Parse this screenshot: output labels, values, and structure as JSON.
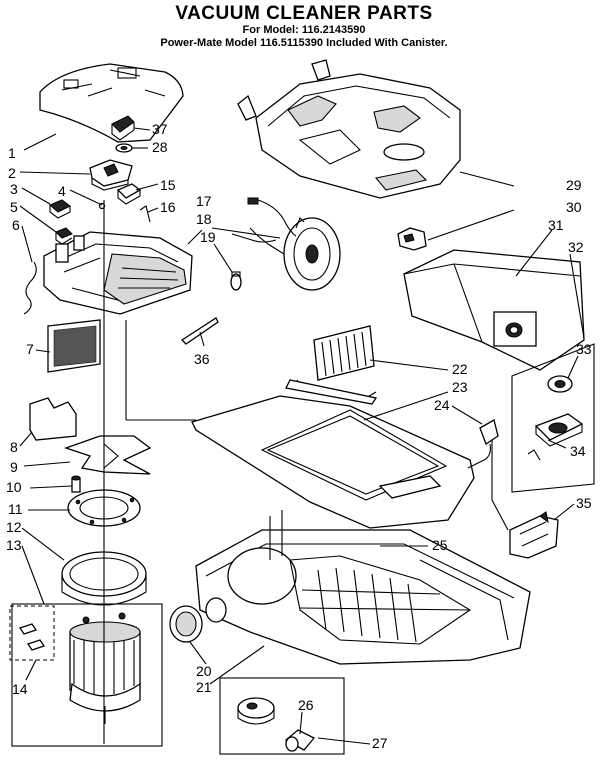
{
  "header": {
    "title": "VACUUM CLEANER PARTS",
    "model_line": "For Model: 116.2143590",
    "powermate_line": "Power-Mate Model 116.5115390  Included With Canister."
  },
  "callouts": {
    "c1": "1",
    "c2": "2",
    "c3": "3",
    "c4": "4",
    "c5": "5",
    "c6": "6",
    "c7": "7",
    "c8": "8",
    "c9": "9",
    "c10": "10",
    "c11": "11",
    "c12": "12",
    "c13": "13",
    "c14": "14",
    "c15": "15",
    "c16": "16",
    "c17": "17",
    "c18": "18",
    "c19": "19",
    "c20": "20",
    "c21": "21",
    "c22": "22",
    "c23": "23",
    "c24": "24",
    "c25": "25",
    "c26": "26",
    "c27": "27",
    "c28": "28",
    "c29": "29",
    "c30": "30",
    "c31": "31",
    "c32": "32",
    "c33": "33",
    "c34": "34",
    "c35": "35",
    "c36": "36",
    "c37": "37"
  }
}
